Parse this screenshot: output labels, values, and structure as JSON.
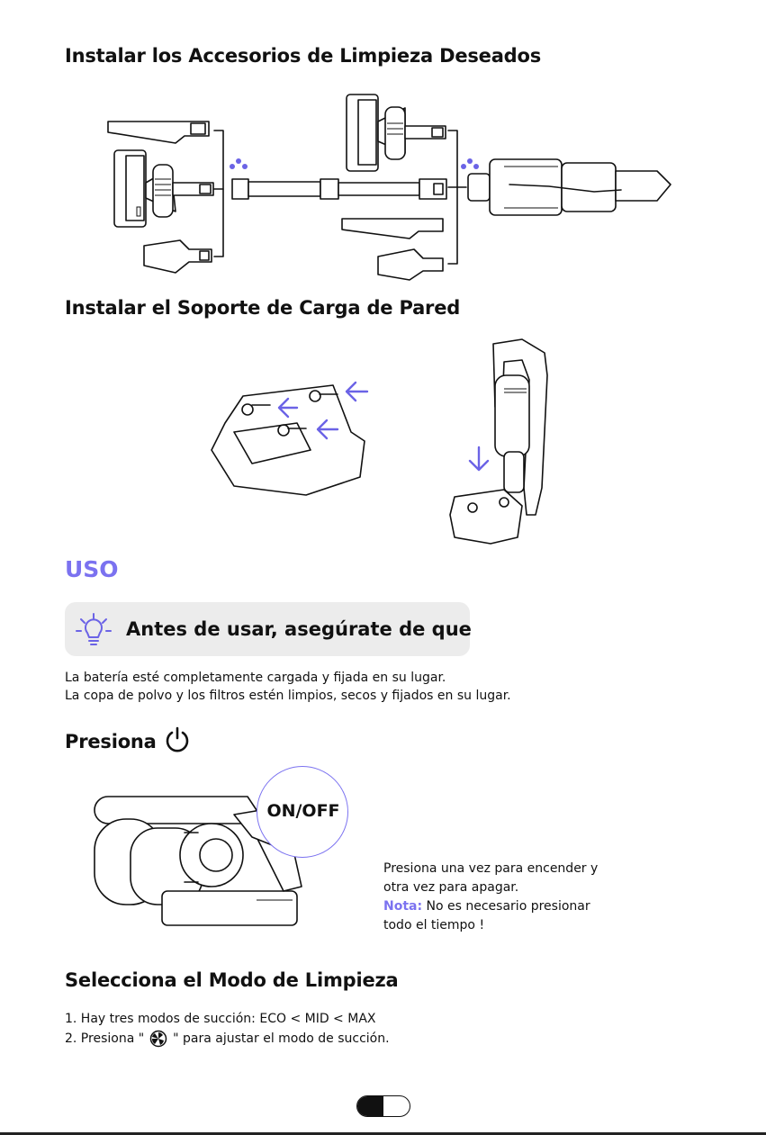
{
  "sections": {
    "accessories_title": "Instalar los Accesorios de Limpieza Deseados",
    "wallmount_title": "Instalar el Soporte de Carga de Pared",
    "uso_title": "USO",
    "before_use_title": "Antes de usar, asegúrate de que",
    "before_use_lines": [
      "La batería esté completamente cargada y fijada en su lugar.",
      "La copa de polvo y los filtros estén limpios, secos y fijados en su lugar."
    ],
    "press_title": "Presiona",
    "onoff_label": "ON/OFF",
    "press_lines": [
      "Presiona una vez para encender y",
      "otra vez para apagar."
    ],
    "note_label": "Nota:",
    "note_lines": [
      "No es necesario presionar",
      "todo el tiempo !"
    ],
    "mode_title": "Selecciona el Modo de Limpieza",
    "mode_line1": "1. Hay tres modos de succión: ECO < MID < MAX",
    "mode_line2_before": "2. Presiona \"",
    "mode_line2_after": "\" para ajustar el modo de succión."
  },
  "icons": {
    "bulb": "lightbulb-icon",
    "power": "power-icon",
    "mode": "suction-mode-icon"
  },
  "colors": {
    "accent": "#7b72f0",
    "banner_bg": "#ececec",
    "text": "#111111"
  }
}
